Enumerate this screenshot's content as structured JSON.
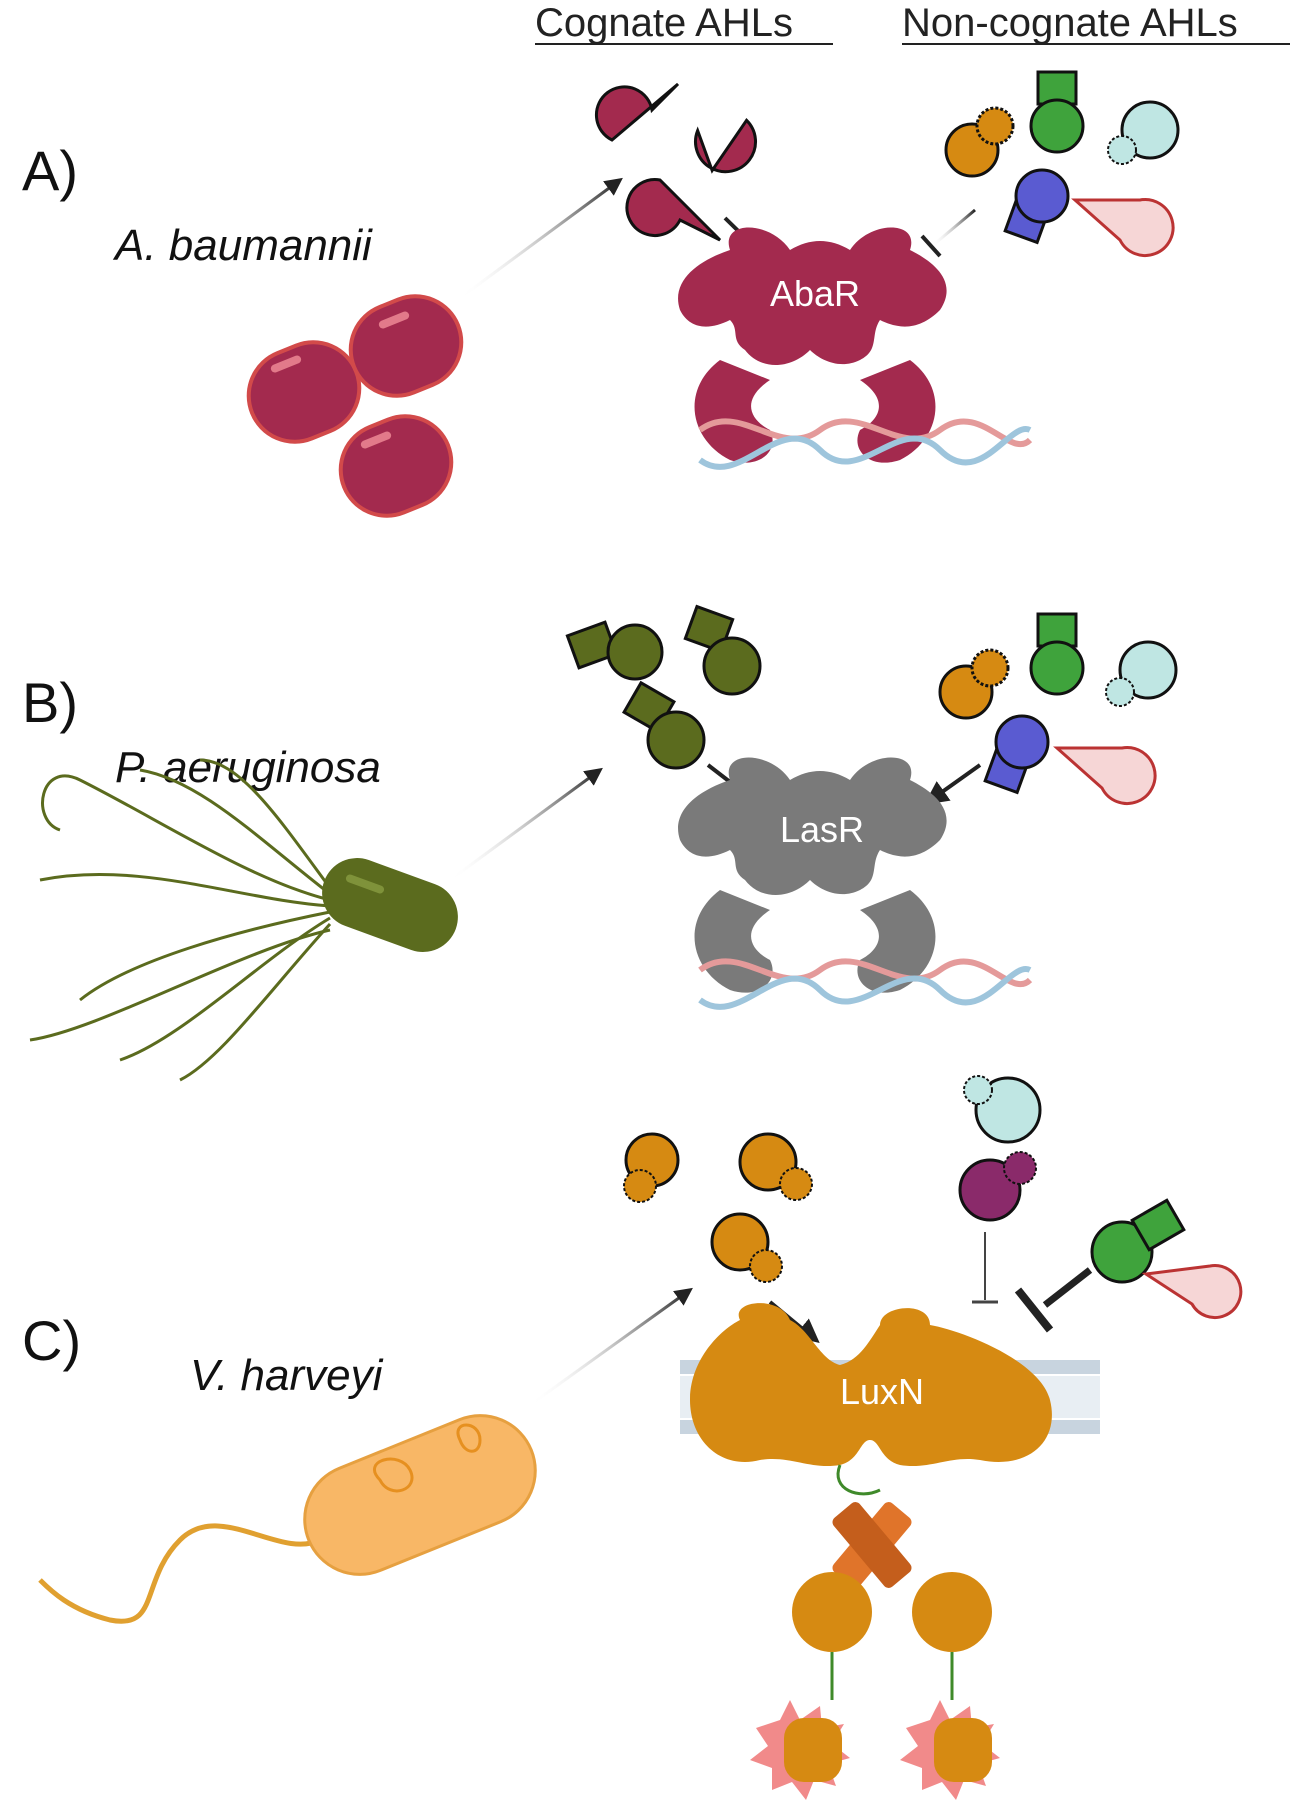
{
  "headers": {
    "cognate": "Cognate AHLs",
    "noncognate": "Non-cognate AHLs"
  },
  "panels": [
    {
      "letter": "A)",
      "species": "A. baumannii",
      "receptor": "AbaR"
    },
    {
      "letter": "B)",
      "species": "P. aeruginosa",
      "receptor": "LasR"
    },
    {
      "letter": "C)",
      "species": "V. harveyi",
      "receptor": "LuxN"
    }
  ],
  "colors": {
    "abaR": "#a32a4e",
    "lasR": "#7a7a7a",
    "luxN": "#d68a12",
    "green_dark": "#5b6b1e",
    "green": "#3fa33c",
    "cyan": "#bfe6e3",
    "blue": "#5a5bd1",
    "pink": "#f6d6d6",
    "purple": "#8a2a6a",
    "dna_red": "#e49a9a",
    "dna_blue": "#9ec5dc"
  }
}
